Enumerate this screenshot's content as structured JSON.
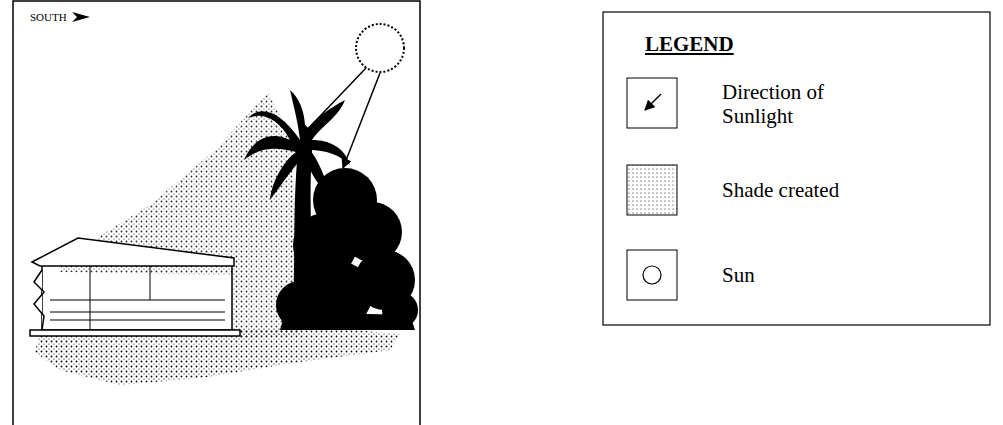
{
  "diagram": {
    "labels": [
      "SOUTH",
      "LEGEND"
    ],
    "legend": [
      {
        "text": "Direction of Sunlight"
      },
      {
        "text": "Shade created"
      },
      {
        "text": "Sun"
      }
    ]
  }
}
